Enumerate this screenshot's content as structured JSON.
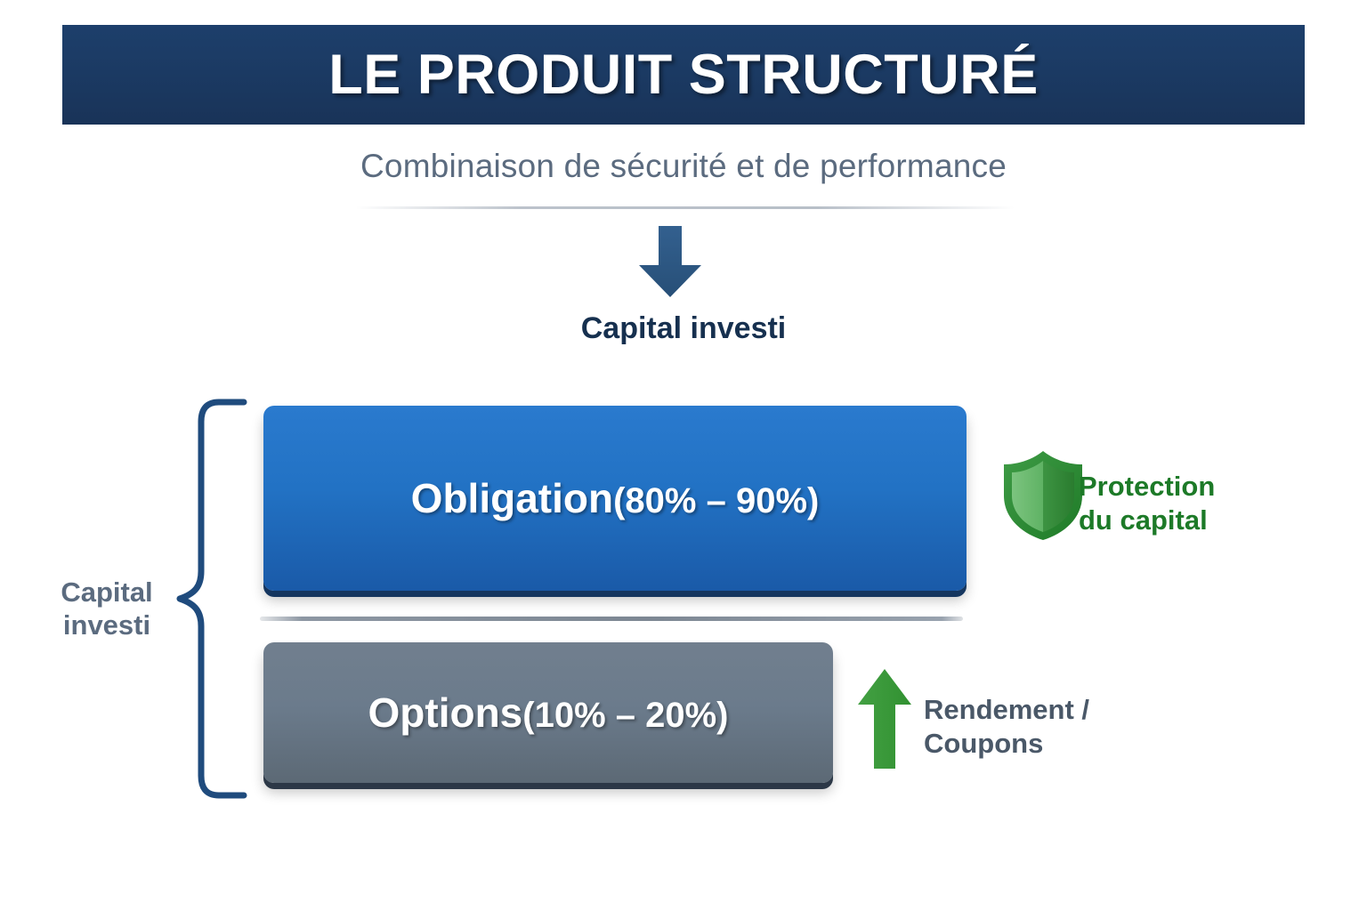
{
  "page": {
    "background_color": "#ffffff",
    "language": "fr"
  },
  "header": {
    "title": "LE PRODUIT STRUCTURÉ",
    "banner_color": "#1b3a63",
    "title_color": "#ffffff",
    "subtitle": "Combinaison de sécurité et de performance",
    "subtitle_color": "#5b6b7f"
  },
  "flow": {
    "down_arrow_icon": "arrow-down-icon",
    "down_arrow_color": "#2c5580",
    "capital_label": "Capital investi",
    "capital_label_color": "#16304f"
  },
  "brace": {
    "icon": "curly-brace-icon",
    "color": "#1f4b7d",
    "label_line1": "Capital",
    "label_line2": "investi",
    "label_color": "#5b6b7f"
  },
  "components": [
    {
      "name": "obligation",
      "label_main": "Obligation",
      "label_range": "(80% – 90%)",
      "fill_color": "#2272c4",
      "text_color": "#ffffff",
      "annotation": {
        "icon": "shield-icon",
        "icon_color": "#2f8f34",
        "text_line1": "Protection",
        "text_line2": "du capital",
        "text_color": "#1d7a28"
      }
    },
    {
      "name": "options",
      "label_main": "Options",
      "label_range": "(10% – 20%)",
      "fill_color": "#6b7b8c",
      "text_color": "#ffffff",
      "annotation": {
        "icon": "arrow-up-icon",
        "icon_color": "#3c9a3c",
        "text_line1": "Rendement /",
        "text_line2": "Coupons",
        "text_color": "#4a5868"
      }
    }
  ],
  "chart_data": {
    "type": "bar",
    "title": "LE PRODUIT STRUCTURÉ",
    "subtitle": "Combinaison de sécurité et de performance",
    "categories": [
      "Obligation",
      "Options"
    ],
    "value_labels": [
      "(80% – 90%)",
      "(10% – 20%)"
    ],
    "ranges": [
      [
        80,
        90
      ],
      [
        10,
        20
      ]
    ],
    "unit": "%",
    "xlabel": "",
    "ylabel": "Capital investi",
    "annotations": [
      "Protection du capital",
      "Rendement / Coupons"
    ],
    "legend": "none",
    "grid": false
  }
}
